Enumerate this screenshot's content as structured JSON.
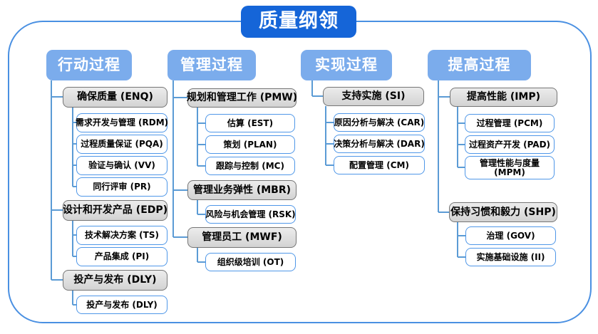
{
  "title": "质量纲领",
  "colors": {
    "title_bg": "#1565D8",
    "header_bg": "#7BACEC",
    "connector": "#5B9BD5",
    "outer_border": "#4A90E2",
    "group_bg": "#DDDDDD",
    "group_border": "#757575",
    "item_border": "#4F97E8"
  },
  "columns": [
    {
      "label": "行动过程",
      "groups": [
        {
          "label": "确保质量 (ENQ)",
          "items": [
            "需求开发与管理 (RDM)",
            "过程质量保证 (PQA)",
            "验证与确认 (VV)",
            "同行评审 (PR)"
          ]
        },
        {
          "label": "设计和开发产品 (EDP)",
          "items": [
            "技术解决方案 (TS)",
            "产品集成 (PI)"
          ]
        },
        {
          "label": "投产与发布 (DLY)",
          "items": [
            "投产与发布 (DLY)"
          ]
        }
      ]
    },
    {
      "label": "管理过程",
      "groups": [
        {
          "label": "规划和管理工作 (PMW)",
          "items": [
            "估算 (EST)",
            "策划 (PLAN)",
            "跟踪与控制 (MC)"
          ]
        },
        {
          "label": "管理业务弹性 (MBR)",
          "items": [
            "风险与机会管理 (RSK)"
          ]
        },
        {
          "label": "管理员工 (MWF)",
          "items": [
            "组织级培训 (OT)"
          ]
        }
      ]
    },
    {
      "label": "实现过程",
      "groups": [
        {
          "label": "支持实施 (SI)",
          "items": [
            "原因分析与解决 (CAR)",
            "决策分析与解决 (DAR)",
            "配置管理 (CM)"
          ]
        }
      ]
    },
    {
      "label": "提高过程",
      "groups": [
        {
          "label": "提高性能 (IMP)",
          "items": [
            "过程管理 (PCM)",
            "过程资产开发 (PAD)",
            "管理性能与度量 (MPM)"
          ]
        },
        {
          "label": "保持习惯和毅力 (SHP)",
          "items": [
            "治理 (GOV)",
            "实施基础设施 (II)"
          ]
        }
      ]
    }
  ]
}
